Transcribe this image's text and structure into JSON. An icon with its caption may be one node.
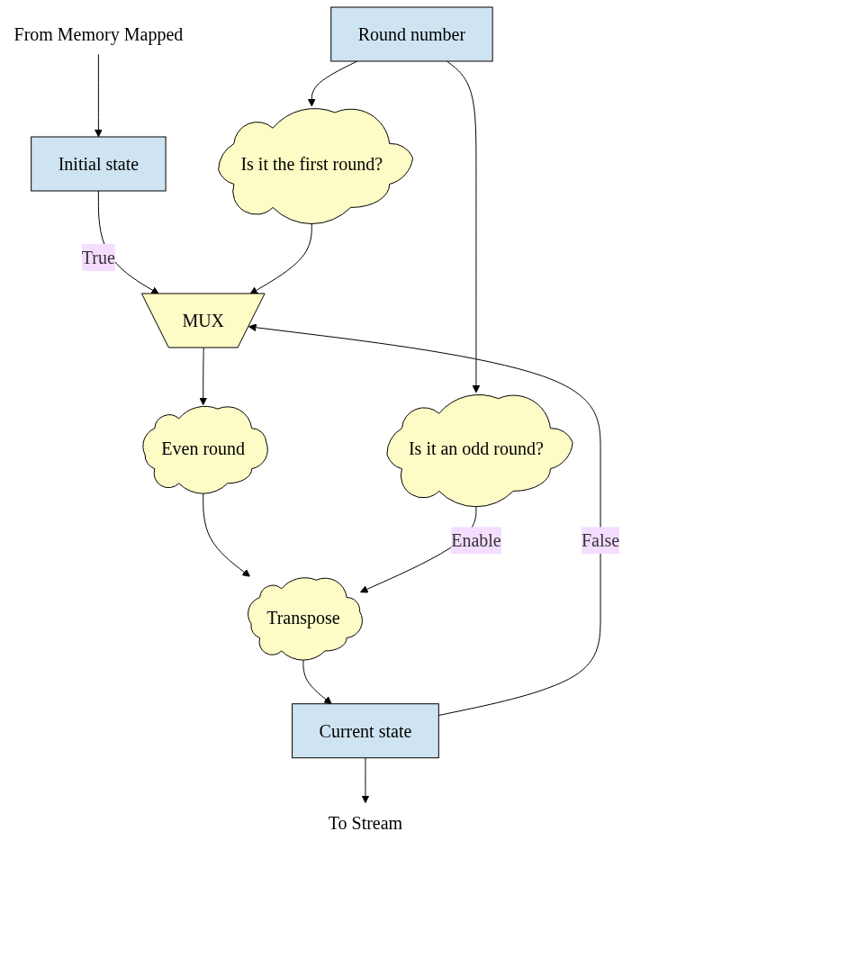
{
  "diagram": {
    "nodes": [
      {
        "text": [
          "From Memory Mapped"
        ]
      },
      {
        "text": [
          "Round number"
        ]
      },
      {
        "text": [
          "Initial state"
        ]
      },
      {
        "text": [
          "Is it the first round?"
        ]
      },
      {
        "text": [
          "MUX"
        ]
      },
      {
        "text": [
          "Even round"
        ]
      },
      {
        "text": [
          "Is it an odd round?"
        ]
      },
      {
        "text": [
          "Transpose"
        ]
      },
      {
        "text": [
          "Current state"
        ]
      },
      {
        "text": [
          "To Stream"
        ]
      }
    ],
    "edges": [
      {
        "from": 0,
        "to": 2,
        "arrow": "to"
      },
      {
        "from": 1,
        "to": 3,
        "arrow": "to"
      },
      {
        "from": 1,
        "to": 6,
        "arrow": "to"
      },
      {
        "from": 2,
        "to": 4,
        "label": "True",
        "arrow": "to"
      },
      {
        "from": 8,
        "to": 4,
        "label": "False",
        "arrow": "to"
      },
      {
        "from": 3,
        "to": 4,
        "arrow": "to"
      },
      {
        "from": 4,
        "to": 5,
        "arrow": "to"
      },
      {
        "from": 5,
        "to": 7,
        "arrow": "to"
      },
      {
        "from": 6,
        "to": 7,
        "label": "Enable",
        "arrow": "to"
      },
      {
        "from": 7,
        "to": 8,
        "arrow": "to"
      },
      {
        "from": 8,
        "to": 9,
        "arrow": "to"
      }
    ]
  }
}
